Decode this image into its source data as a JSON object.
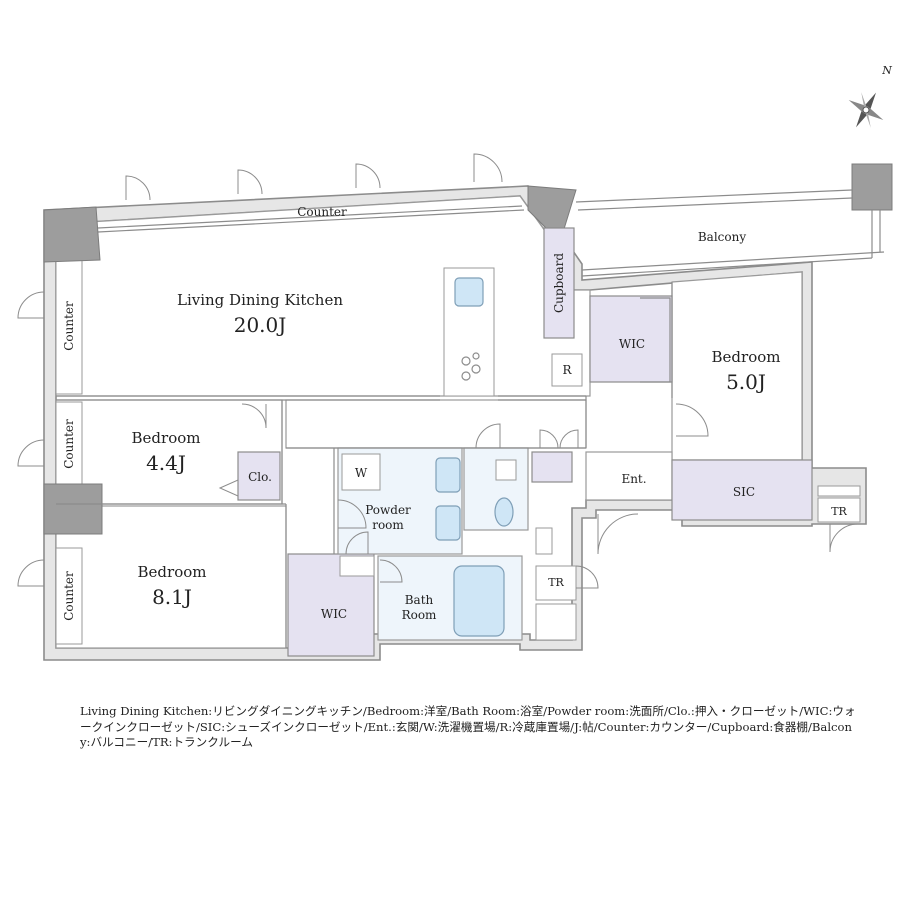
{
  "rooms": {
    "ldk": {
      "name": "Living Dining Kitchen",
      "size": "20.0J"
    },
    "bedroom_east": {
      "name": "Bedroom",
      "size": "5.0J"
    },
    "bedroom_mid": {
      "name": "Bedroom",
      "size": "4.4J"
    },
    "bedroom_south": {
      "name": "Bedroom",
      "size": "8.1J"
    },
    "powder_room": {
      "line1": "Powder",
      "line2": "room"
    },
    "bath_room": {
      "line1": "Bath",
      "line2": "Room"
    }
  },
  "labels": {
    "counter_top": "Counter",
    "counter_side_1": "Counter",
    "counter_side_2": "Counter",
    "counter_side_3": "Counter",
    "balcony": "Balcony",
    "cupboard": "Cupboard",
    "wic_east": "WIC",
    "wic_south": "WIC",
    "fridge": "R",
    "closet": "Clo.",
    "washer": "W",
    "entrance": "Ent.",
    "sic": "SIC",
    "tr_inner": "TR",
    "tr_outer": "TR",
    "north": "N"
  },
  "legend": {
    "text": "Living Dining Kitchen:リビングダイニングキッチン/Bedroom:洋室/Bath Room:浴室/Powder room:洗面所/Clo.:押入・クローゼット/WIC:ウォークインクローゼット/SIC:シューズインクローゼット/Ent.:玄関/W:洗濯機置場/R:冷蔵庫置場/J:帖/Counter:カウンター/Cupboard:食器棚/Balcony:バルコニー/TR:トランクルーム"
  }
}
